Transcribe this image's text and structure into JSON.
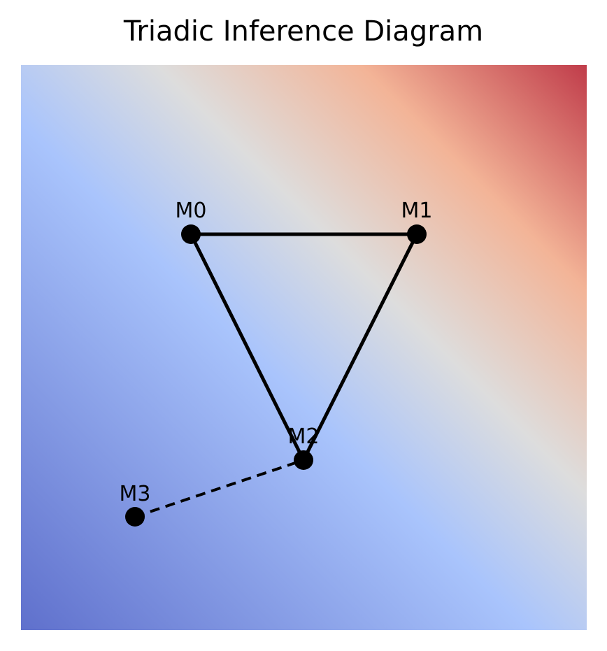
{
  "title": "Triadic Inference Diagram",
  "background": {
    "colormap": "coolwarm",
    "colors": {
      "low": "#5f70cc",
      "mid_low": "#a9c4fc",
      "mid": "#dddddd",
      "mid_high": "#f3b497",
      "high": "#c03c4a"
    }
  },
  "nodes": [
    {
      "id": "M0",
      "label": "M0"
    },
    {
      "id": "M1",
      "label": "M1"
    },
    {
      "id": "M2",
      "label": "M2"
    },
    {
      "id": "M3",
      "label": "M3"
    }
  ],
  "edges": [
    {
      "from": "M0",
      "to": "M1",
      "style": "solid"
    },
    {
      "from": "M1",
      "to": "M2",
      "style": "solid"
    },
    {
      "from": "M2",
      "to": "M0",
      "style": "solid"
    },
    {
      "from": "M3",
      "to": "M2",
      "style": "dashed"
    }
  ],
  "edge_color": "#000000",
  "node_color": "#000000"
}
